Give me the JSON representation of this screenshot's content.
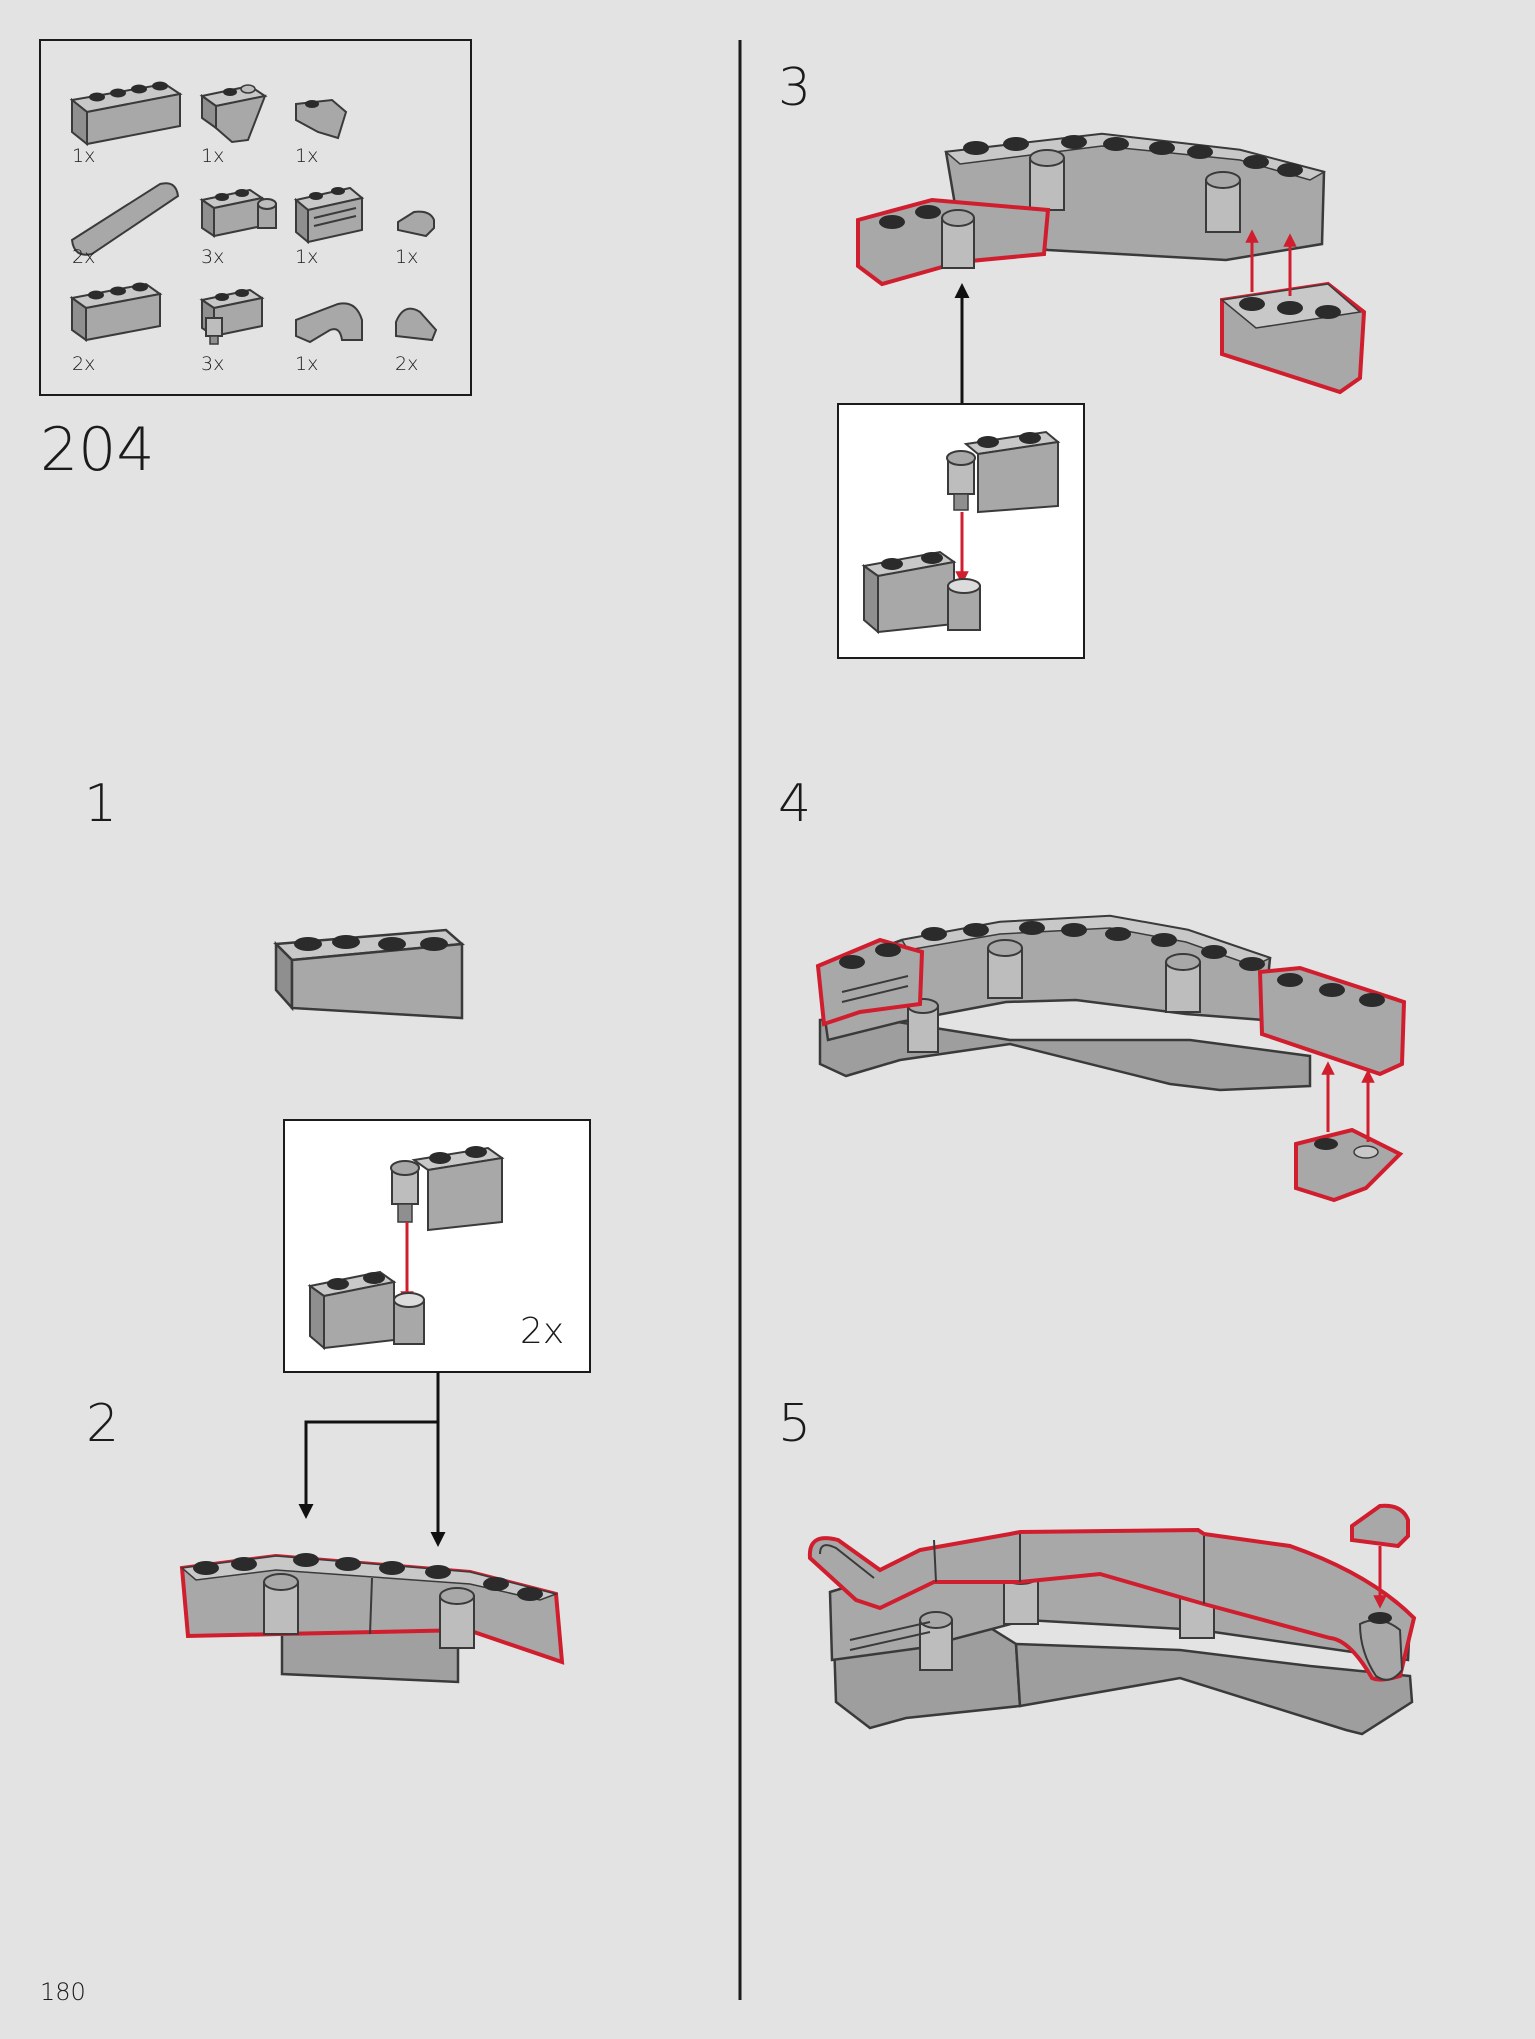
{
  "page_number": "180",
  "set_number": "204",
  "parts_list": [
    {
      "part": "brick-1x4",
      "quantity": "1x"
    },
    {
      "part": "slope-inverted-2x1",
      "quantity": "1x"
    },
    {
      "part": "slope-curved-1x1",
      "quantity": "1x"
    },
    {
      "part": "cylinder-half-1x4",
      "quantity": "2x"
    },
    {
      "part": "brick-1x2-with-clip",
      "quantity": "3x"
    },
    {
      "part": "brick-1x2-grille",
      "quantity": "1x"
    },
    {
      "part": "tile-round-1x1-quarter",
      "quantity": "1x"
    },
    {
      "part": "brick-1x3",
      "quantity": "2x"
    },
    {
      "part": "brick-1x2-with-pin-hinge",
      "quantity": "3x"
    },
    {
      "part": "brick-curved-elbow",
      "quantity": "1x"
    },
    {
      "part": "slope-curved-round-1x1",
      "quantity": "2x"
    }
  ],
  "steps": [
    "1",
    "2",
    "3",
    "4",
    "5"
  ],
  "subassembly": {
    "quantity": "2x"
  },
  "colors": {
    "background": "#e3e3e3",
    "brick": "#a8a8a8",
    "brick_outline": "#3a3a3a",
    "stud": "#2b2b2b",
    "highlight": "#d01e2e",
    "panel": "#ffffff",
    "text": "#1b1b1b"
  }
}
